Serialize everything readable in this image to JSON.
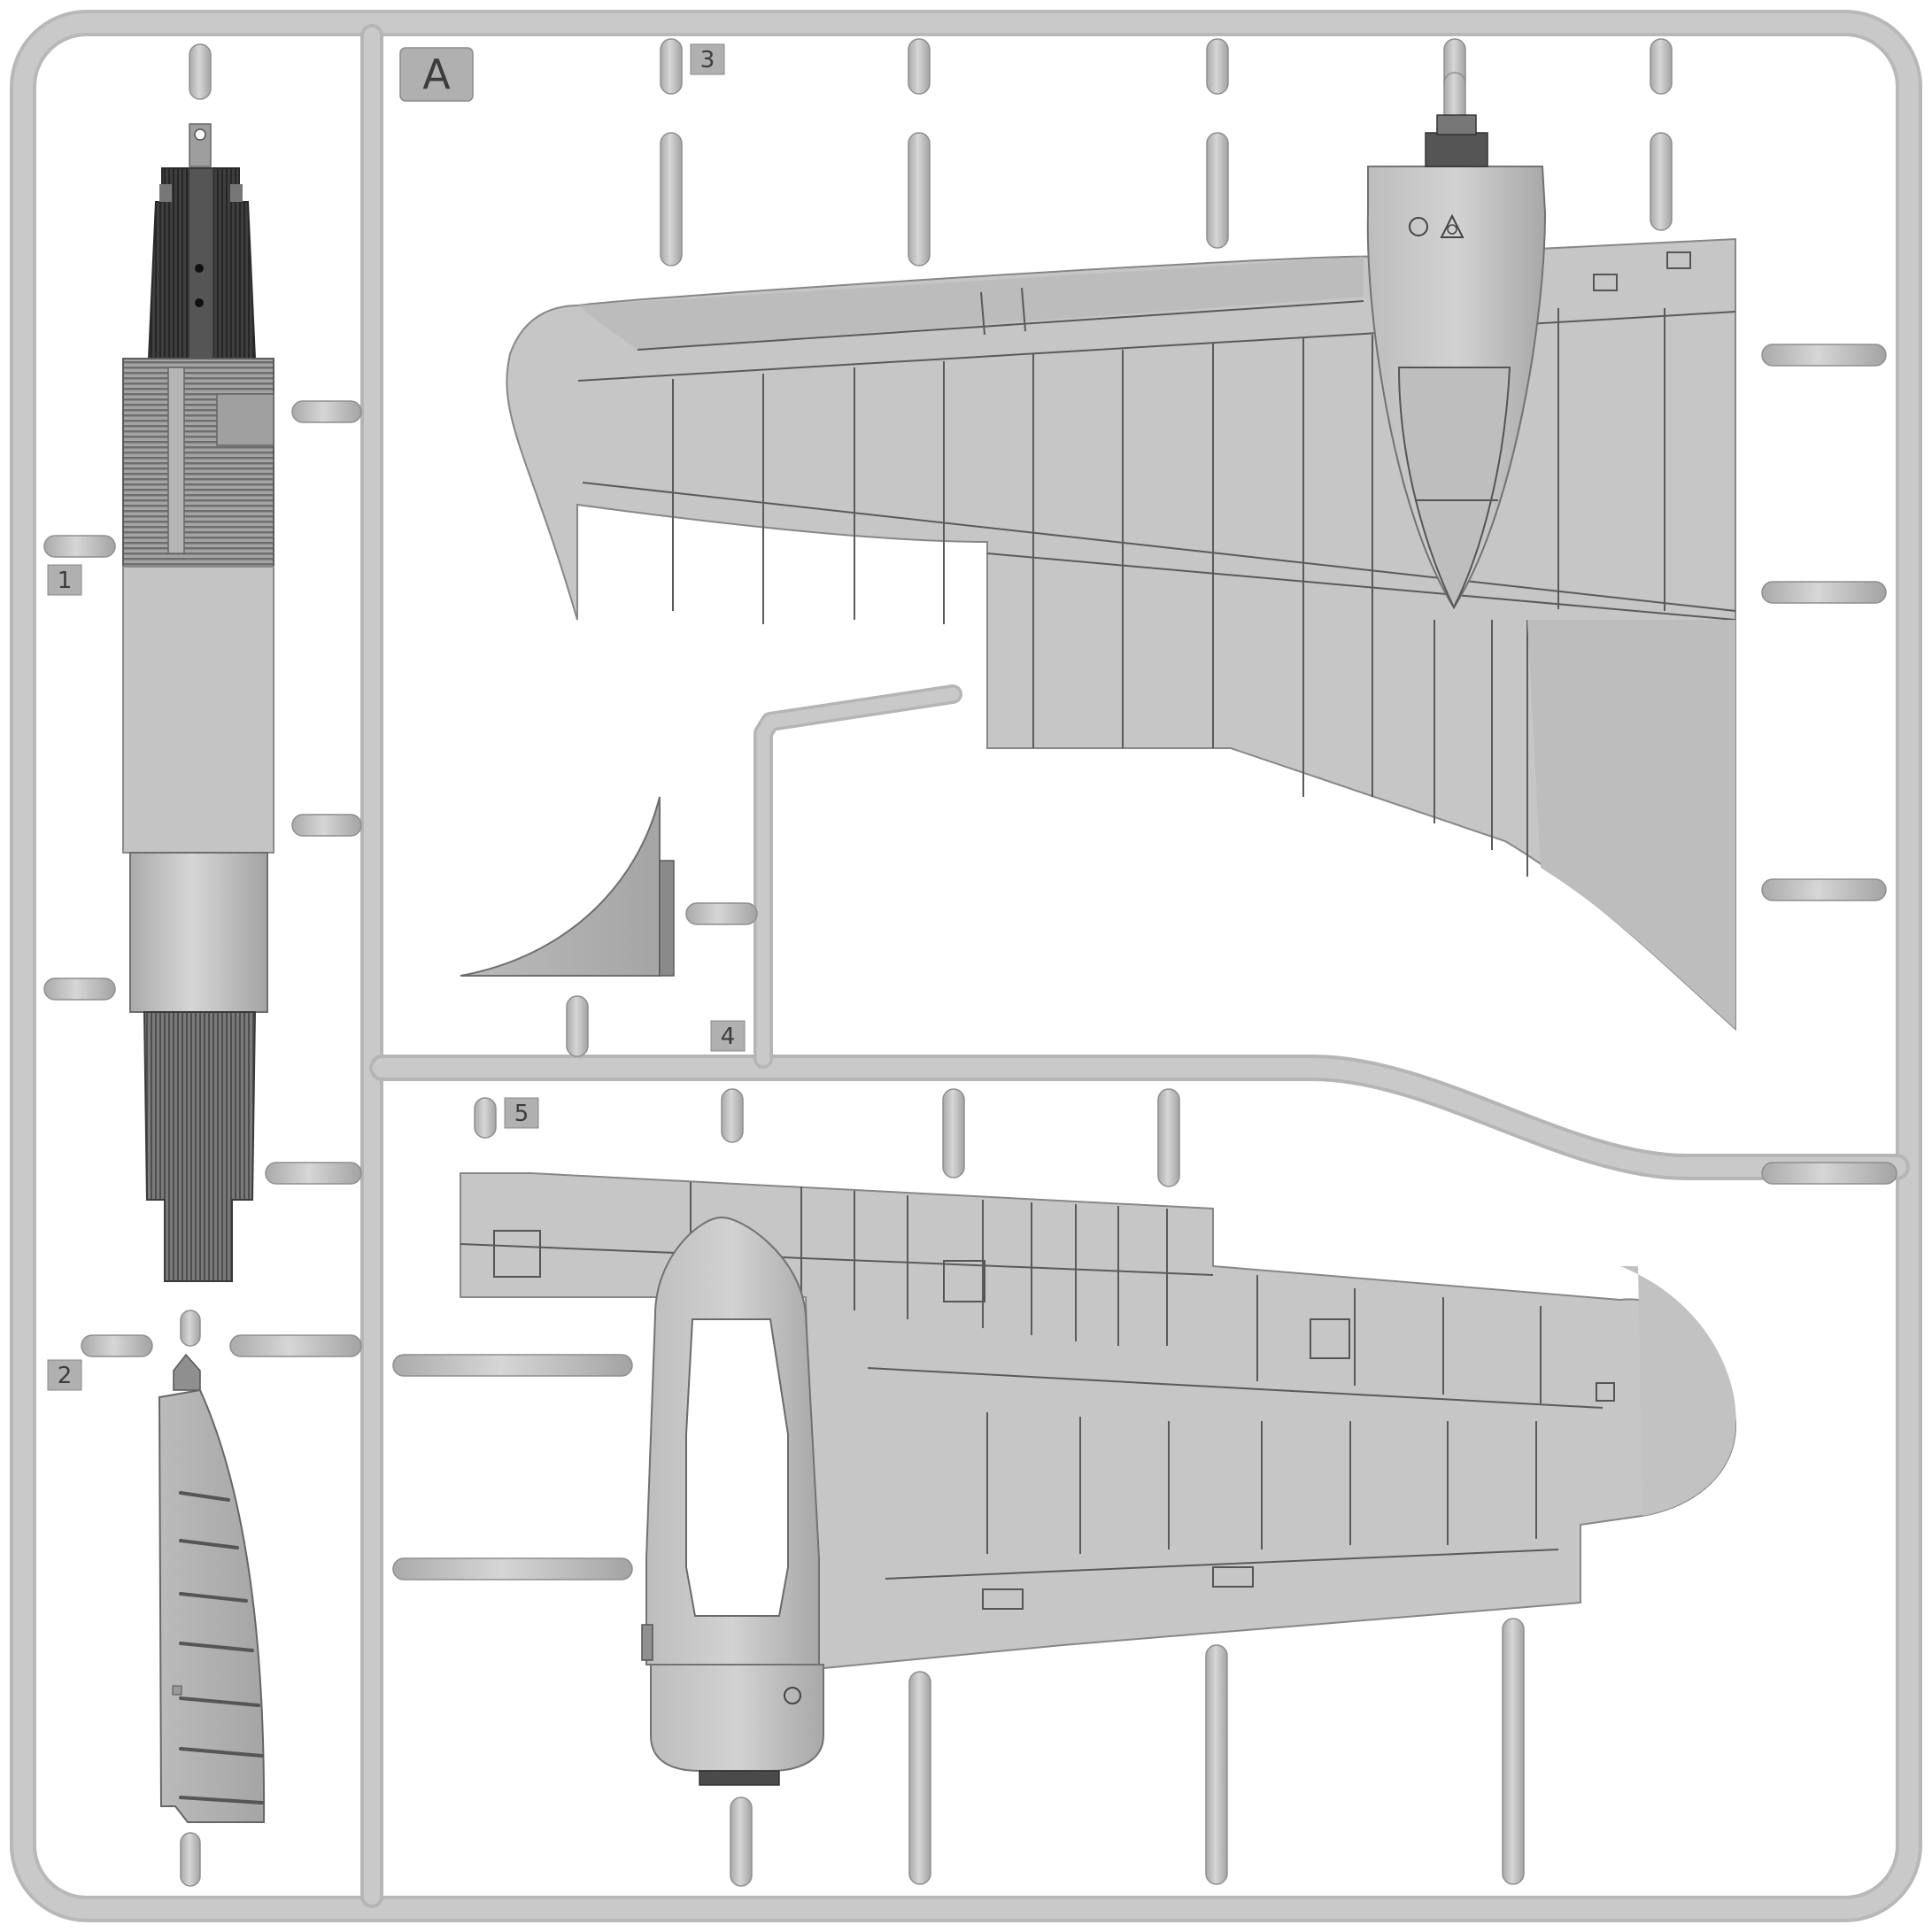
{
  "sprue": {
    "letter": "A"
  },
  "parts": [
    {
      "number": "1"
    },
    {
      "number": "2"
    },
    {
      "number": "3"
    },
    {
      "number": "4"
    },
    {
      "number": "5"
    }
  ],
  "colors": {
    "plastic": "#c9c9c9",
    "plastic_edge": "#9a9a9a",
    "panel_line": "#5a5a5a",
    "dark_detail": "#3a3a3a",
    "background": "#ffffff"
  }
}
